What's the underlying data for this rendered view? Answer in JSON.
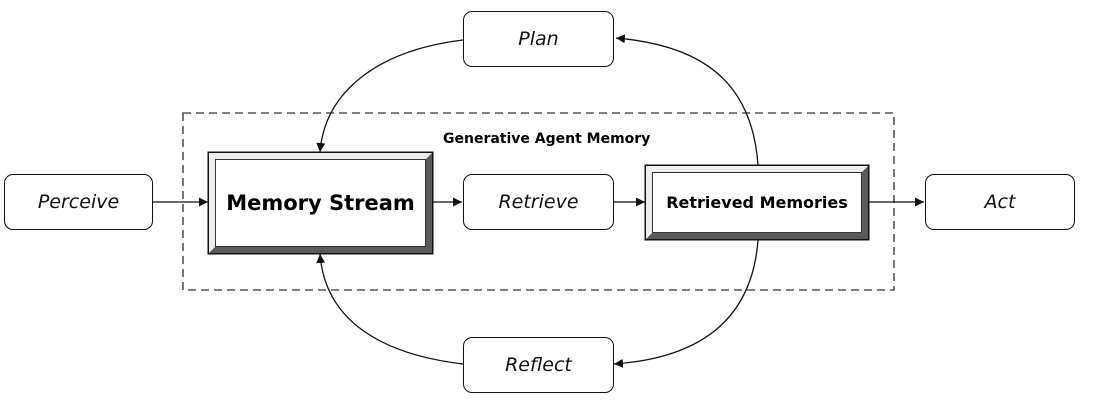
{
  "group": {
    "label": "Generative Agent Memory"
  },
  "nodes": {
    "perceive": "Perceive",
    "memory_stream": "Memory Stream",
    "retrieve": "Retrieve",
    "retrieved_memories": "Retrieved Memories",
    "act": "Act",
    "plan": "Plan",
    "reflect": "Reflect"
  },
  "colors": {
    "stroke": "#111111",
    "dash": "#555555",
    "bevel_light": "#eeeeee",
    "bevel_dark": "#5a5a5a"
  }
}
